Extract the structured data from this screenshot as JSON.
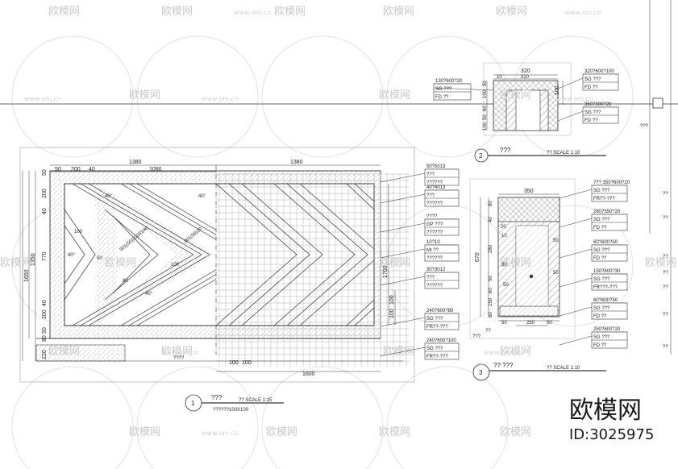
{
  "watermark": {
    "text": "欧模网",
    "url": "www.om.cn"
  },
  "brand": {
    "name": "欧模网",
    "id": "ID:3025975"
  },
  "view1": {
    "number": "1",
    "title": "???",
    "scale": "?? SCALE 1:15",
    "note": "??????100X100",
    "dims_top": [
      "1380",
      "1380"
    ],
    "dims_top2": [
      "50",
      "200",
      "40",
      "1090"
    ],
    "dims_left": [
      "50",
      "200",
      "40",
      "770",
      "40",
      "200",
      "50",
      "80",
      "220"
    ],
    "dims_left_total": [
      "1350",
      "1650"
    ],
    "dims_bottom": [
      "100",
      "100",
      "1600"
    ],
    "dims_right": [
      "1700",
      "100",
      "100"
    ],
    "inner_labels": [
      "100",
      "50",
      "40°",
      "80",
      "40°",
      "100",
      "40°",
      "40°",
      "301(50)20",
      "301(50)20(50)40"
    ],
    "grout_note": "????",
    "callouts": [
      {
        "code": "50?5013",
        "lines": [
          "???",
          "??????"
        ]
      },
      {
        "code": "40?4013",
        "lines": [
          "???",
          "??????"
        ]
      },
      {
        "code": "????",
        "lines": [
          "GP   ???",
          "??????"
        ]
      },
      {
        "code": "10?10",
        "lines": [
          "MI   ??",
          "??????"
        ]
      },
      {
        "code": "30?3012",
        "lines": [
          "???",
          "??????"
        ]
      },
      {
        "code": "240?600?80",
        "lines": [
          "SG   ???",
          "FR??-???"
        ]
      },
      {
        "code": "240?600?100",
        "lines": [
          "SG   ???",
          "FR??-???"
        ]
      }
    ]
  },
  "view2": {
    "number": "2",
    "title": "???",
    "scale": "?? SCALE 1:10",
    "dims_top": [
      "320",
      "310",
      "10"
    ],
    "dims_left": [
      "50",
      "100",
      "60",
      "50",
      "100",
      "50"
    ],
    "dims_right": [
      "100"
    ],
    "left_callout": {
      "code": "130?600?20",
      "lines": [
        "SG   ???",
        "FD   ??"
      ]
    },
    "right_callouts": [
      {
        "code": "320?600?100",
        "lines": [
          "SG   ???",
          "FD   ??"
        ]
      },
      {
        "code": "350?300?20",
        "lines": [
          "SG   ???",
          "FD   ??"
        ]
      }
    ],
    "side_note": "???"
  },
  "view3": {
    "number": "3",
    "title": "?? ???",
    "scale": "?? SCALE 1:10",
    "dims_top": [
      "350"
    ],
    "dims_left_total": [
      "670"
    ],
    "dims_left": [
      "80",
      "40",
      "280",
      "50",
      "60",
      "150",
      "60"
    ],
    "dims_inner": [
      "20",
      "10",
      "30",
      "50",
      "250",
      "50",
      "50",
      "50",
      "50"
    ],
    "side_labels": [
      "???",
      "??"
    ],
    "callouts": [
      {
        "code": "??? 350?600?20",
        "lines": [
          "SG   ???",
          "FR??-???"
        ]
      },
      {
        "code": "280?550?20",
        "lines": [
          "SG   ???",
          "FD   ??"
        ]
      },
      {
        "code": "60?600?50",
        "lines": [
          "SG   ???",
          "FD   ??"
        ]
      },
      {
        "code": "150?600?30",
        "lines": [
          "SG   ???",
          "FR???-???"
        ]
      },
      {
        "code": "60?600?50",
        "lines": [
          "SG   ???",
          "FD   ??"
        ]
      },
      {
        "code": "250?600?20",
        "lines": [
          "SG   ???",
          "FD   ??"
        ]
      }
    ],
    "right_notes": [
      "??",
      "??",
      "??",
      "??",
      "??",
      "??",
      "??"
    ]
  },
  "top_right_note": "???"
}
